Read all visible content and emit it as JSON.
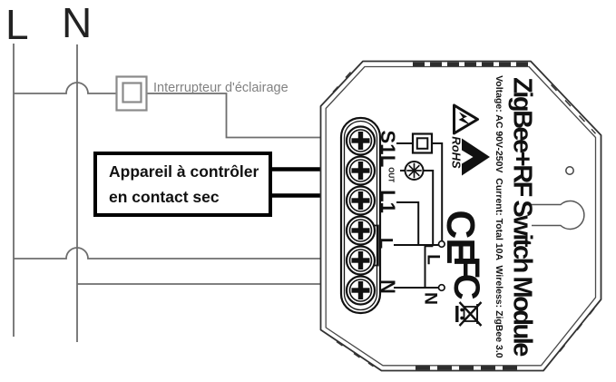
{
  "diagram": {
    "supply": {
      "live": "L",
      "neutral": "N"
    },
    "light_switch_label": "Interrupteur d'éclairage",
    "dry_contact": {
      "line1": "Appareil à contrôler",
      "line2": "en contact sec"
    }
  },
  "module": {
    "title": "ZigBee+RF Switch Module",
    "specs": "Voltage: AC 90V-250V  Current: Total 10A  Wireless: ZigBee 3.0",
    "terminals": [
      {
        "label": "S1"
      },
      {
        "label": "L",
        "suffix": "OUT"
      },
      {
        "label": "L1"
      },
      {
        "label": "L"
      },
      {
        "label": "N"
      }
    ],
    "nodes": {
      "live": "L",
      "neutral": "N"
    },
    "marks": {
      "rohs": "RoHS",
      "ce": "CE",
      "fcc": "FC"
    }
  },
  "icons": {
    "wall_switch": "wall-switch-icon",
    "internal_switch": "switch-contact-icon",
    "lamp": "lamp-icon",
    "warning": "electric-shock-warning-icon",
    "check": "check-chevron-icon",
    "weee": "crossed-out-bin-icon",
    "keyhole": "mounting-keyhole",
    "screw": "screw-terminal-icon"
  },
  "colors": {
    "background": "#ffffff",
    "wire_gray": "#6e6e6e",
    "switch_outline_gray": "#8a8a8a",
    "label_gray": "#828282",
    "ink": "#111111"
  }
}
